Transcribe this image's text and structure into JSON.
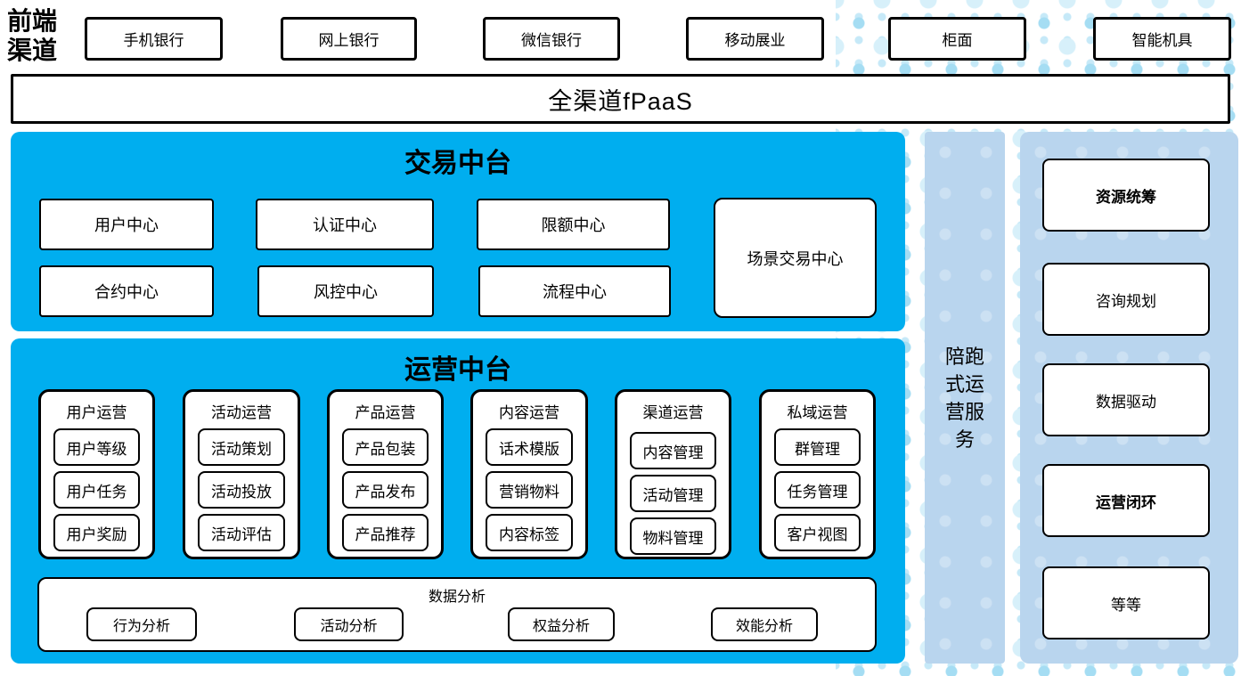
{
  "colors": {
    "section_blue": "#00aeef",
    "panel_light_blue": "#b9d5ee",
    "dot_pattern_blue": "#a5ddf3",
    "border": "#000000",
    "box_background": "#ffffff"
  },
  "front_channels": {
    "label": "前端渠道",
    "items": [
      "手机银行",
      "网上银行",
      "微信银行",
      "移动展业",
      "柜面",
      "智能机具"
    ]
  },
  "fpaas_bar": {
    "label": "全渠道fPaaS"
  },
  "transaction_platform": {
    "title": "交易中台",
    "centers_row1": [
      "用户中心",
      "认证中心",
      "限额中心"
    ],
    "centers_row2": [
      "合约中心",
      "风控中心",
      "流程中心"
    ],
    "scene_center": "场景交易中心"
  },
  "operations_platform": {
    "title": "运营中台",
    "columns": [
      {
        "title": "用户运营",
        "items": [
          "用户等级",
          "用户任务",
          "用户奖励"
        ]
      },
      {
        "title": "活动运营",
        "items": [
          "活动策划",
          "活动投放",
          "活动评估"
        ]
      },
      {
        "title": "产品运营",
        "items": [
          "产品包装",
          "产品发布",
          "产品推荐"
        ]
      },
      {
        "title": "内容运营",
        "items": [
          "话术模版",
          "营销物料",
          "内容标签"
        ]
      },
      {
        "title": "渠道运营",
        "items": [
          "内容管理",
          "活动管理",
          "物料管理"
        ]
      },
      {
        "title": "私域运营",
        "items": [
          "群管理",
          "任务管理",
          "客户视图"
        ]
      }
    ],
    "data_analysis": {
      "title": "数据分析",
      "items": [
        "行为分析",
        "活动分析",
        "权益分析",
        "效能分析"
      ]
    }
  },
  "companion_service_bar": {
    "label": "陪跑式运营服务"
  },
  "right_panel": {
    "items": [
      {
        "label": "资源统筹",
        "bold": true
      },
      {
        "label": "咨询规划",
        "bold": false
      },
      {
        "label": "数据驱动",
        "bold": false
      },
      {
        "label": "运营闭环",
        "bold": true
      },
      {
        "label": "等等",
        "bold": false
      }
    ]
  }
}
